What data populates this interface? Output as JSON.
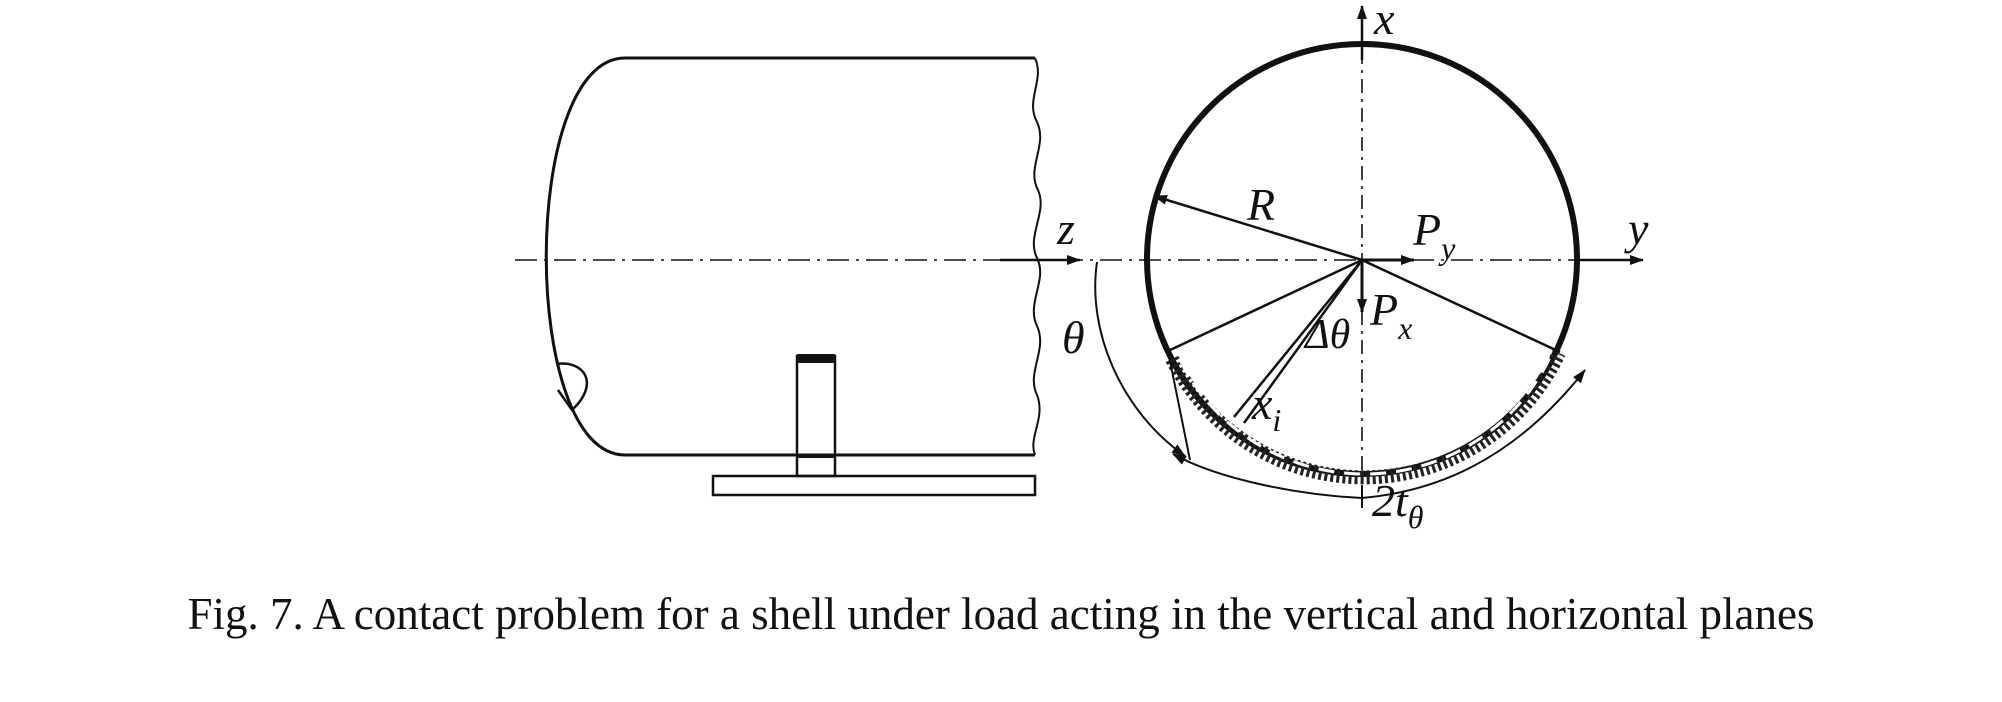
{
  "diagram": {
    "labels": {
      "x_axis": "x",
      "y_axis": "y",
      "z_axis": "z",
      "radius": "R",
      "theta": "θ",
      "delta_theta": "Δθ",
      "p_y_main": "P",
      "p_y_sub": "y",
      "p_x_main": "P",
      "p_x_sub": "x",
      "x_i_main": "x",
      "x_i_sub": "i",
      "two_t_main": "2t",
      "two_t_sub": "θ"
    }
  },
  "caption": "Fig. 7. A contact problem for a shell under load acting in the vertical and horizontal planes"
}
